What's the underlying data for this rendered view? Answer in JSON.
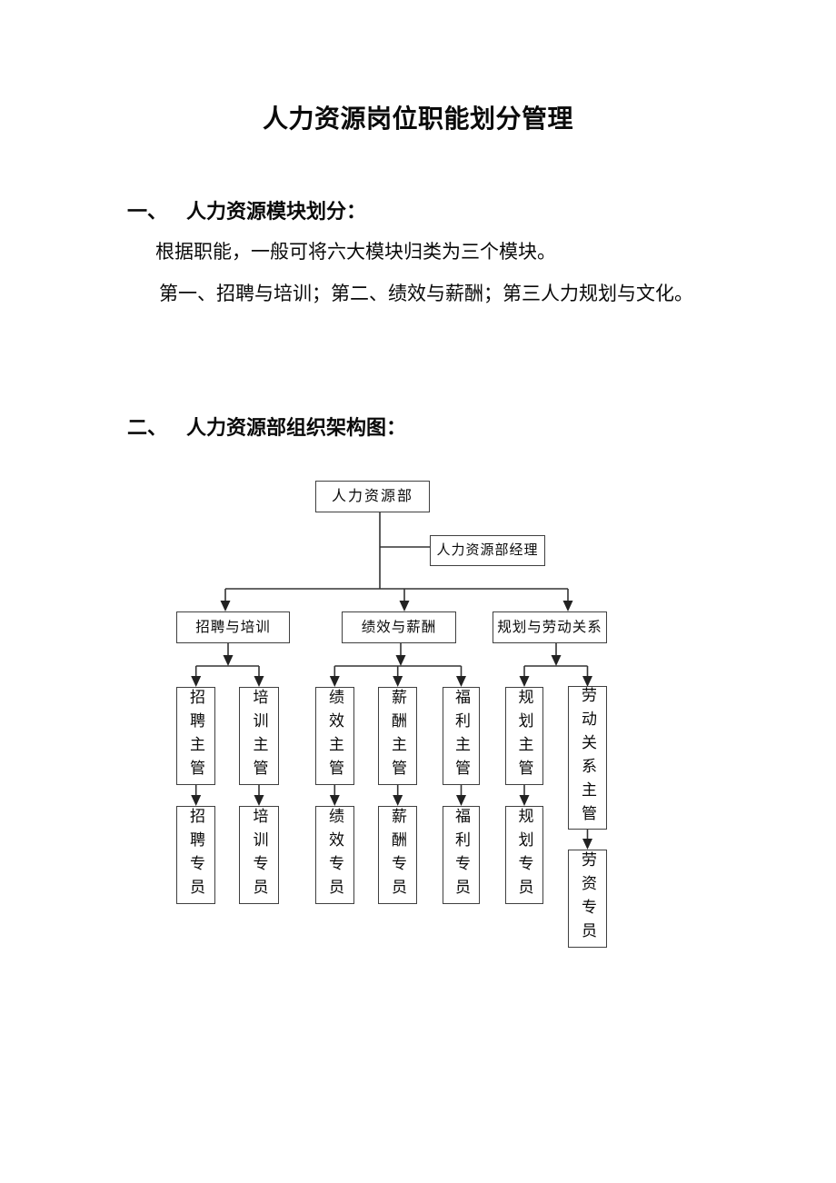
{
  "page": {
    "title": "人力资源岗位职能划分管理"
  },
  "sections": [
    {
      "marker": "一、",
      "heading": "人力资源模块划分：",
      "body": [
        "根据职能，一般可将六大模块归类为三个模块。",
        "第一、招聘与培训；第二、绩效与薪酬；第三人力规划与文化。"
      ]
    },
    {
      "marker": "二、",
      "heading": "人力资源部组织架构图："
    }
  ],
  "orgchart": {
    "root": {
      "label": "人力资源部"
    },
    "manager": {
      "label": "人力资源部经理"
    },
    "branches": [
      {
        "label": "招聘与培训",
        "supervisors": [
          "招聘主管",
          "培训主管"
        ],
        "specialists": [
          "招聘专员",
          "培训专员"
        ]
      },
      {
        "label": "绩效与薪酬",
        "supervisors": [
          "绩效主管",
          "薪酬主管",
          "福利主管"
        ],
        "specialists": [
          "绩效专员",
          "薪酬专员",
          "福利专员"
        ]
      },
      {
        "label": "规划与劳动关系",
        "supervisors": [
          "规划主管",
          "劳动关系主管"
        ],
        "specialists": [
          "规划专员",
          "劳资专员"
        ]
      }
    ]
  }
}
